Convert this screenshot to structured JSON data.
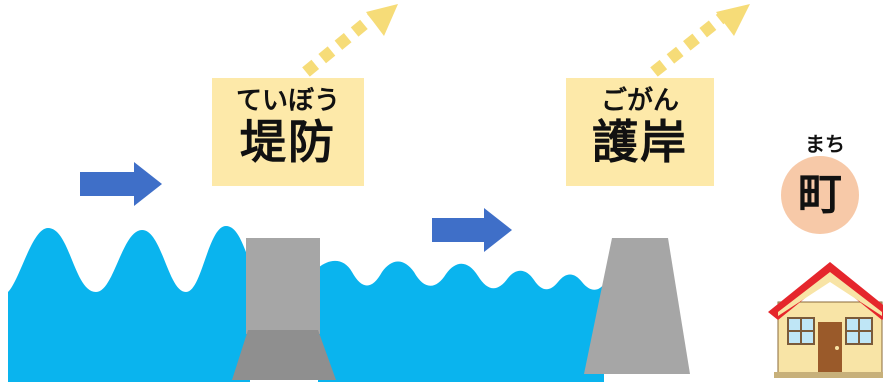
{
  "levee": {
    "furigana": "ていぼう",
    "kanji": "堤防"
  },
  "revetment": {
    "furigana": "ごがん",
    "kanji": "護岸"
  },
  "town": {
    "furigana": "まち",
    "kanji": "町"
  },
  "colors": {
    "water": "#0ab4ee",
    "structure": "#a6a6a6",
    "structure_base": "#8f8f8f",
    "label_background": "#fde9a9",
    "flow_arrow": "#3f6fc8",
    "deflect_arrow": "#f6dc78",
    "town_circle": "#f7c9a8",
    "house_roof": "#e5262c",
    "house_wall": "#f8e4a6",
    "house_door": "#9a5a2a",
    "house_window": "#bfe6f6"
  },
  "icons": [
    "flow-arrow-icon",
    "deflection-arrow-icon",
    "house-icon"
  ]
}
